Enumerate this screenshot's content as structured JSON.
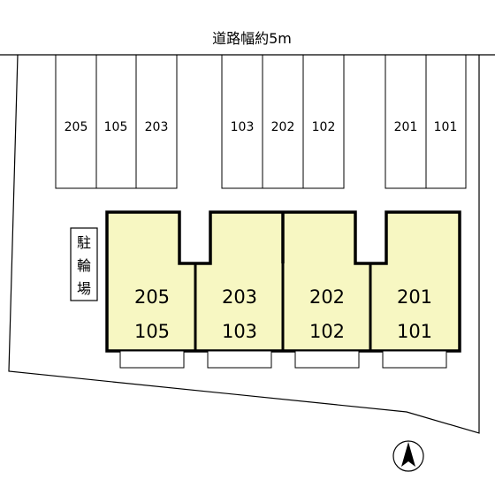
{
  "road": {
    "label": "道路幅約5m"
  },
  "parking": [
    {
      "group": "west",
      "slots": [
        "205",
        "105",
        "203"
      ]
    },
    {
      "group": "middle",
      "slots": [
        "103",
        "202",
        "102"
      ]
    },
    {
      "group": "east",
      "slots": [
        "201",
        "101"
      ]
    }
  ],
  "bicycle_parking": {
    "label": [
      "駐",
      "輪",
      "場"
    ]
  },
  "units": [
    {
      "upper": "205",
      "lower": "105"
    },
    {
      "upper": "203",
      "lower": "103"
    },
    {
      "upper": "202",
      "lower": "102"
    },
    {
      "upper": "201",
      "lower": "101"
    }
  ],
  "colors": {
    "building_fill": "#f7f7c2",
    "line": "#000000",
    "background": "#ffffff"
  },
  "compass": {
    "icon": "north-arrow-icon"
  }
}
